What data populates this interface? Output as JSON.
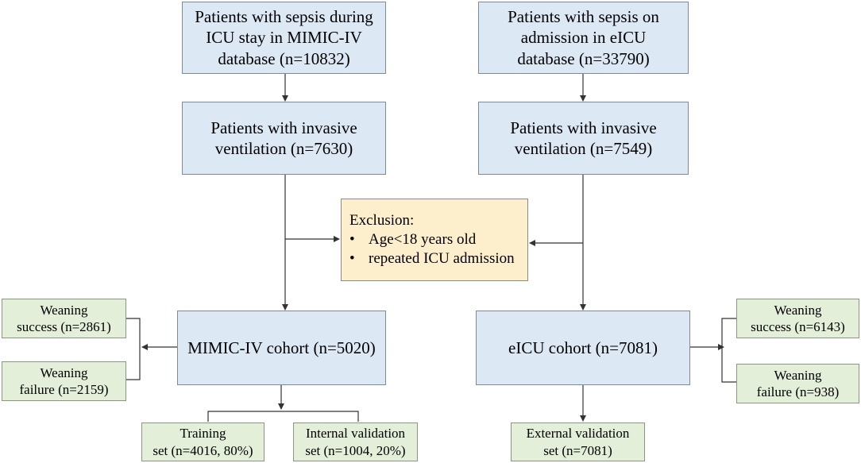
{
  "boxes": {
    "mimic_sepsis": [
      "Patients with sepsis during",
      "ICU stay in MIMIC-IV",
      "database (n=10832)"
    ],
    "eicu_sepsis": [
      "Patients with sepsis on",
      "admission in eICU",
      "database (n=33790)"
    ],
    "mimic_invasive": [
      "Patients with invasive",
      "ventilation (n=7630)"
    ],
    "eicu_invasive": [
      "Patients with invasive",
      "ventilation (n=7549)"
    ],
    "exclusion": {
      "title": "Exclusion:",
      "items": [
        "Age<18 years old",
        "repeated ICU admission"
      ],
      "bullet": "•"
    },
    "mimic_cohort": "MIMIC-IV cohort (n=5020)",
    "eicu_cohort": "eICU cohort (n=7081)",
    "mimic_weaning_success": [
      "Weaning",
      "success (n=2861)"
    ],
    "mimic_weaning_failure": [
      "Weaning",
      "failure (n=2159)"
    ],
    "eicu_weaning_success": [
      "Weaning",
      "success (n=6143)"
    ],
    "eicu_weaning_failure": [
      "Weaning",
      "failure (n=938)"
    ],
    "training_set": [
      "Training",
      "set (n=4016, 80%)"
    ],
    "internal_validation": [
      "Internal validation",
      "set (n=1004, 20%)"
    ],
    "external_validation": [
      "External validation",
      "set (n=7081)"
    ]
  },
  "colors": {
    "blue_box": "#dde8f5",
    "green_box": "#e3efd9",
    "yellow_box": "#fdefcc",
    "connector": "#333333"
  }
}
